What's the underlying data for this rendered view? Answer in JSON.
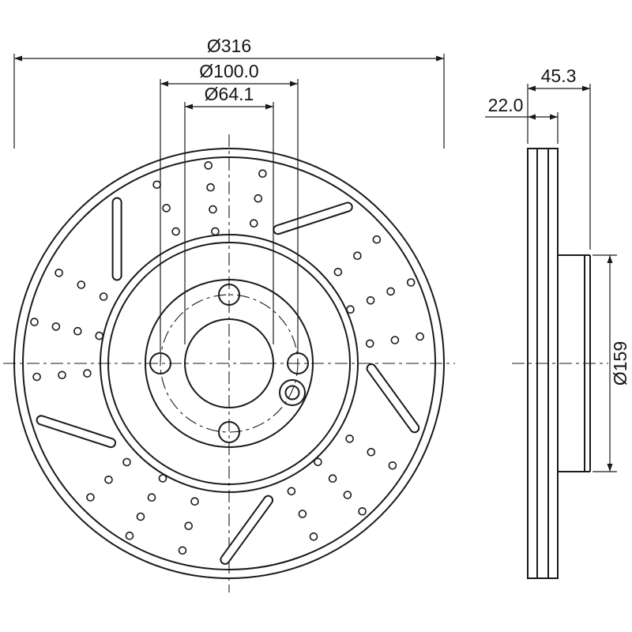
{
  "drawing": {
    "front": {
      "outer_diameter": "Ø316",
      "bolt_circle_diameter": "Ø100.0",
      "center_bore_diameter": "Ø64.1"
    },
    "side": {
      "total_width": "45.3",
      "disc_thickness": "22.0",
      "hat_diameter": "Ø159"
    }
  },
  "colors": {
    "line": "#1a1a1a",
    "text": "#151515",
    "background": "#ffffff"
  }
}
